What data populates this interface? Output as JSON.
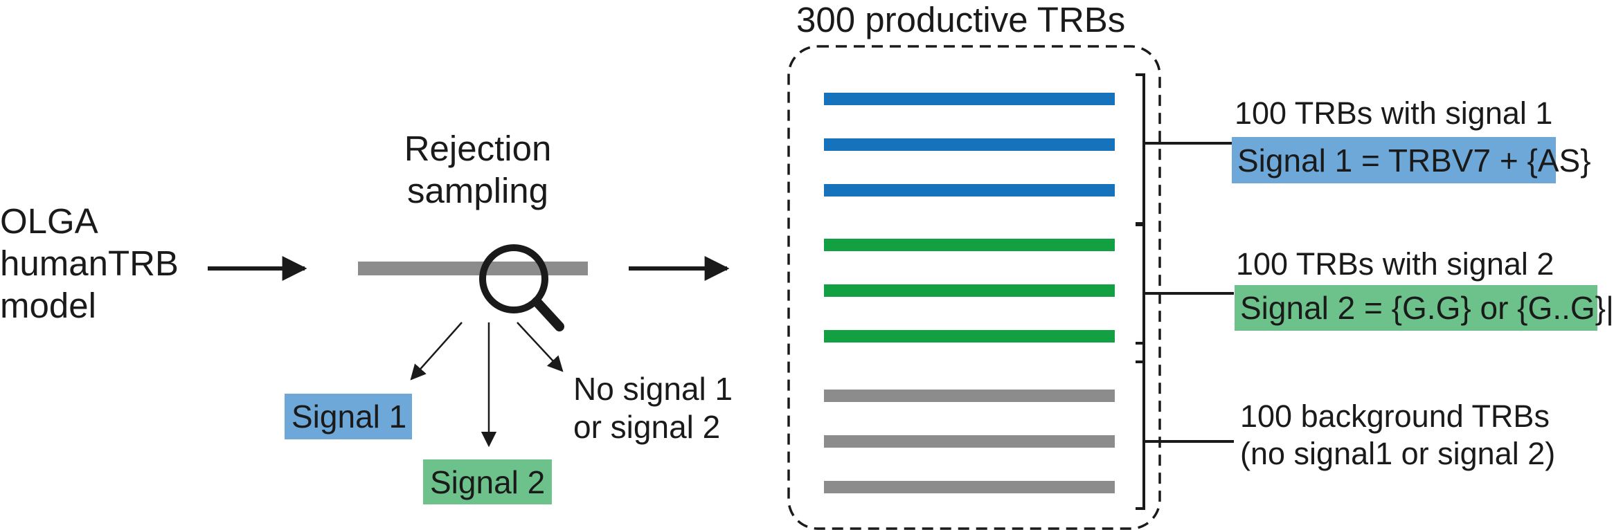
{
  "colors": {
    "signal1": "#1772bc",
    "signal2": "#13a042",
    "background": "#8c8c8c",
    "signal1_box": "#6ea8d8",
    "signal2_box": "#6dc18a",
    "ink": "#1a1a1a"
  },
  "source": {
    "lines": [
      "OLGA",
      "humanTRB",
      "model"
    ]
  },
  "sampling": {
    "title_lines": [
      "Rejection",
      "sampling"
    ],
    "icon": "magnifier-icon",
    "outcomes": {
      "signal1": "Signal 1",
      "signal2": "Signal 2",
      "none_lines": [
        "No signal 1",
        "or signal 2"
      ]
    }
  },
  "repertoire": {
    "title": "300 productive TRBs",
    "groups": [
      {
        "key": "signal1",
        "count": 3,
        "caption": "100 TRBs with signal 1",
        "definition": "Signal 1 = TRBV7 + {AS}"
      },
      {
        "key": "signal2",
        "count": 3,
        "caption": "100 TRBs with signal 2",
        "definition": "Signal 2 = {G.G} or {G..G}|"
      },
      {
        "key": "background",
        "count": 3,
        "caption_lines": [
          "100 background TRBs",
          "(no signal1 or signal 2)"
        ]
      }
    ]
  }
}
